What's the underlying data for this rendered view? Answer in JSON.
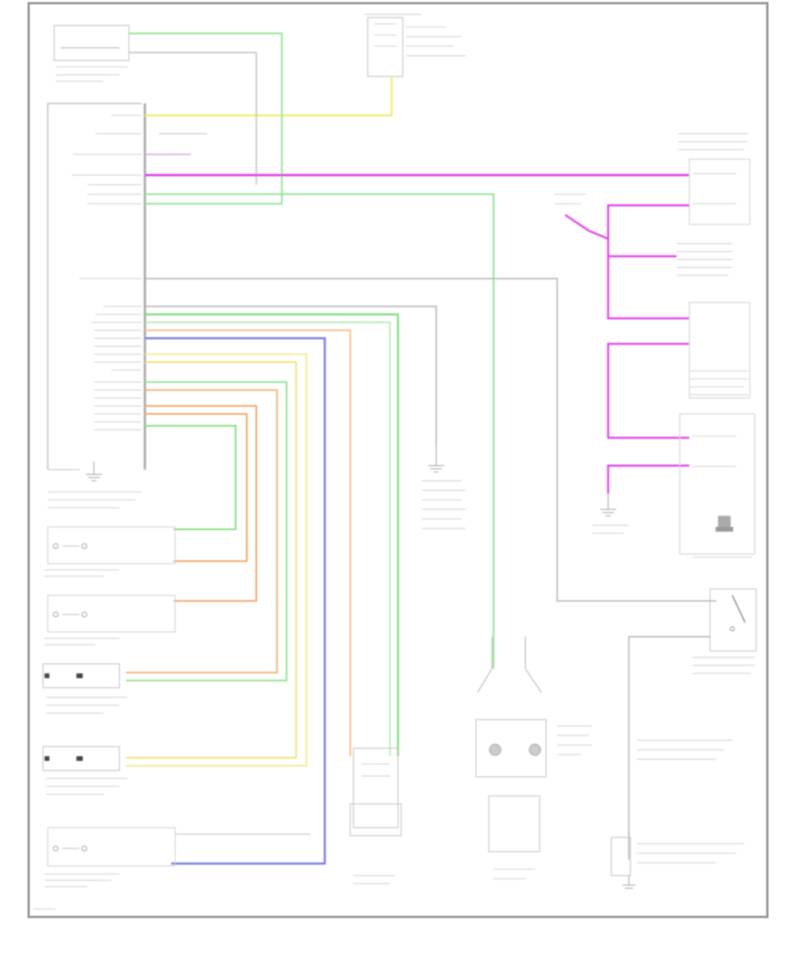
{
  "colors": {
    "border": "#9a9a9a",
    "line_gray": "#aaaaaa",
    "wire_green": "#7fdc7f",
    "wire_yellow": "#f2ec70",
    "wire_magenta": "#e040e8",
    "wire_blue": "#6f78e0",
    "wire_orange": "#f0a060",
    "wire_light_yellow": "#f5e9a0",
    "wire_dark_green": "#5cc05c"
  },
  "icons": [
    "ground-symbol-icon",
    "switch-contact-icon",
    "connector-icon"
  ],
  "components": [
    {
      "id": "top-left-connector"
    },
    {
      "id": "fuse-block-top"
    },
    {
      "id": "control-module-left"
    },
    {
      "id": "right-module-top"
    },
    {
      "id": "right-module-bottom"
    },
    {
      "id": "left-sensor-1"
    },
    {
      "id": "left-sensor-2"
    },
    {
      "id": "left-sensor-3"
    },
    {
      "id": "left-sensor-4"
    },
    {
      "id": "left-sensor-5"
    },
    {
      "id": "center-ground"
    },
    {
      "id": "lower-center-component-1"
    },
    {
      "id": "lower-center-component-2"
    },
    {
      "id": "lower-right-switch"
    },
    {
      "id": "lower-right-ground"
    }
  ]
}
